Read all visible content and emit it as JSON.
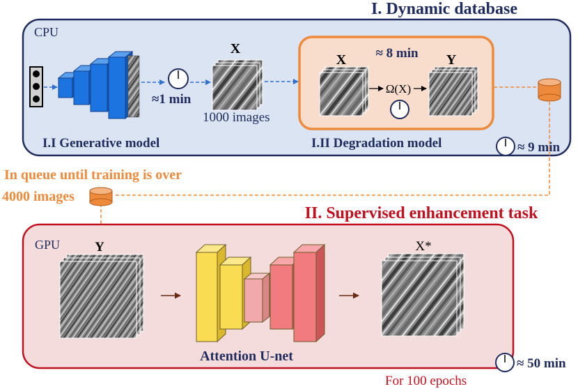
{
  "colors": {
    "navy": "#1f2b5c",
    "cpu_fill": "#dbe4f3",
    "crimson": "#c0101e",
    "gpu_fill": "#f5dcdc",
    "orange": "#ee8a3c",
    "degrade_fill": "#f8dccc",
    "blue": "#1c74e0",
    "yellow": "#f9dc52",
    "pink": "#f2a9ab",
    "salmon": "#f17b7e"
  },
  "cpu_section": {
    "title": "I. Dynamic database",
    "box_label": "CPU",
    "generative_label": "I.I Generative model",
    "time_1": "≈1 min",
    "x_label": "X",
    "images_count": "1000 images",
    "degradation": {
      "time": "≈ 8 min",
      "x_label": "X",
      "y_label": "Y",
      "operator": "Ω(X)",
      "label": "I.II Degradation model"
    },
    "time_total": "≈ 9 min"
  },
  "queue": {
    "line1": "In queue until training is over",
    "line2": "4000 images"
  },
  "gpu_section": {
    "title": "II. Supervised enhancement task",
    "box_label": "GPU",
    "y_label": "Y",
    "model_label": "Attention U-net",
    "xstar_label": "X*",
    "time": "≈ 50 min",
    "epochs": "For 100 epochs"
  },
  "icons": [
    "stopwatch-icon",
    "database-icon",
    "arrow-icon"
  ]
}
